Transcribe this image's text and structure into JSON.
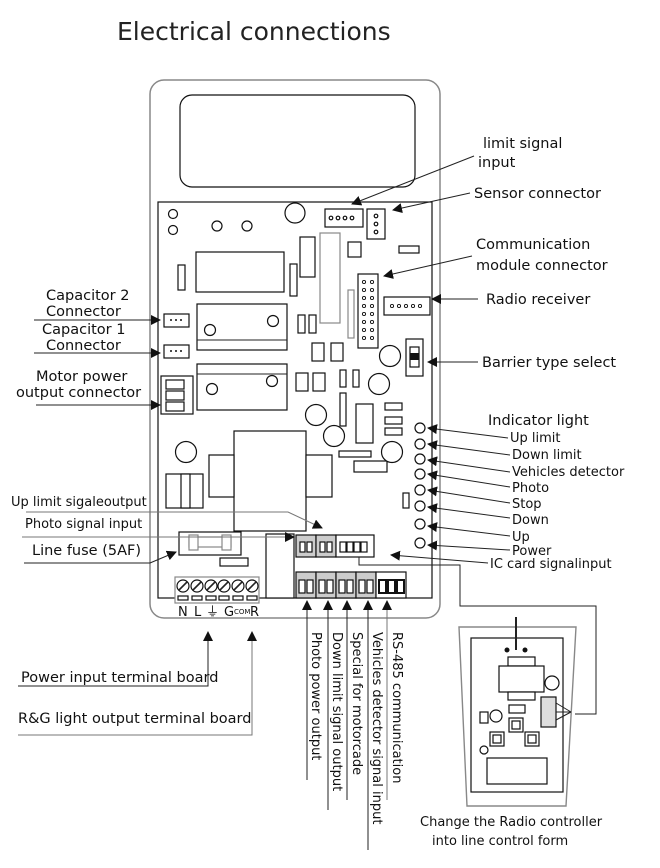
{
  "title": "Electrical connections",
  "labels_right": {
    "limit_signal_input": [
      "limit signal",
      "input"
    ],
    "sensor_connector": "Sensor connector",
    "communication_module": [
      "Communication",
      "module connector"
    ],
    "radio_receiver": "Radio receiver",
    "barrier_type_select": "Barrier type select"
  },
  "indicator": {
    "heading": "Indicator light",
    "items": [
      "Up limit",
      "Down limit",
      "Vehicles detector",
      "Photo",
      "Stop",
      "Down",
      "Up",
      "Power"
    ],
    "ic_card": "IC card signalinput"
  },
  "labels_left": {
    "capacitor2": [
      "Capacitor 2",
      "Connector"
    ],
    "capacitor1": [
      "Capacitor 1",
      "Connector"
    ],
    "motor_power": [
      "Motor power",
      "output connector"
    ],
    "up_limit_output": "Up limit sigaleoutput",
    "photo_signal_input": "Photo signal input",
    "line_fuse": "Line fuse (5AF)"
  },
  "terminal_marks": {
    "n": "N",
    "l": "L",
    "ground": "⏚",
    "g": "G",
    "com": "COM",
    "r": "R"
  },
  "labels_bottom_left": {
    "power_input": "Power input terminal board",
    "rg_light": "R&G light output terminal board"
  },
  "labels_vertical": [
    "Photo power output",
    "Down limit signal output",
    "Special for motorcade",
    "Vehicles detector signal input",
    "RS-485 communication"
  ],
  "radio_caption": [
    "Change the Radio controller",
    "into line control form"
  ]
}
